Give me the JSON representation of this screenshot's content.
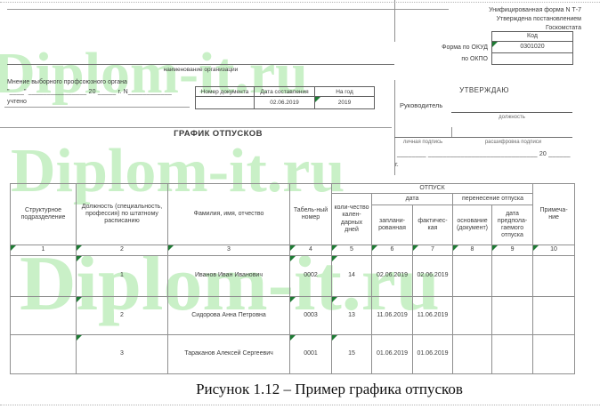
{
  "colors": {
    "watermark_green": "#c9f0c7",
    "comment_triangle_green": "#1e7b34"
  },
  "watermark": {
    "text": "Diplom-it.ru"
  },
  "header_right": {
    "line1": "Унифицированная форма N Т-7",
    "line2": "Утверждена постановлением",
    "line3": "Госкомстата",
    "code_label": "Код",
    "okud_label": "Форма по ОКУД",
    "okud_value": "0301020",
    "okpo_label": "по ОКПО"
  },
  "org": {
    "name_label": "наименование организации"
  },
  "union": {
    "line1": "Мнение выборного профсоюзного органа",
    "line2": "\"____\" ________________ 20 _____ г. N____________",
    "line3": "учтено"
  },
  "doc_table": {
    "headers": [
      "Номер документа",
      "Дата составления",
      "На год"
    ],
    "values": [
      "",
      "02.06.2019",
      "2019"
    ]
  },
  "approve": {
    "title": "УТВЕРЖДАЮ",
    "head_label": "Руководитель",
    "position_label": "должность",
    "sign_label": "личная подпись",
    "decode_label": "расшифровка подписи",
    "date_line": "________  ______________________________ 20 ______",
    "year_suffix": "г."
  },
  "title": "ГРАФИК ОТПУСКОВ",
  "main_table": {
    "headers": {
      "col1": "Структурное подразделение",
      "col2": "Должность (специальность, профессия) по штатному расписанию",
      "col3": "Фамилия, имя, отчество",
      "col4": "Табель-ный номер",
      "group_otpusk": "ОТПУСК",
      "col5": "коли-чество кален-дарных дней",
      "group_data": "дата",
      "group_perenos": "перенесение отпуска",
      "col6": "заплани-рованная",
      "col7": "фактичес-кая",
      "col8": "основание (документ)",
      "col9": "дата предпола-гаемого отпуска",
      "col10": "Примеча-ние"
    },
    "col_numbers": [
      "1",
      "2",
      "3",
      "4",
      "5",
      "6",
      "7",
      "8",
      "9",
      "10"
    ],
    "rows": [
      [
        "",
        "1",
        "Иванов Иван Иванович",
        "0002",
        "14",
        "02.06.2019",
        "02.06.2019",
        "",
        "",
        ""
      ],
      [
        "",
        "2",
        "Сидорова Анна Петровна",
        "0003",
        "13",
        "11.06.2019",
        "11.06.2019",
        "",
        "",
        ""
      ],
      [
        "",
        "3",
        "Тараканов Алексей Сергеевич",
        "0001",
        "15",
        "01.06.2019",
        "01.06.2019",
        "",
        "",
        ""
      ]
    ]
  },
  "caption": "Рисунок 1.12   – Пример графика отпусков"
}
